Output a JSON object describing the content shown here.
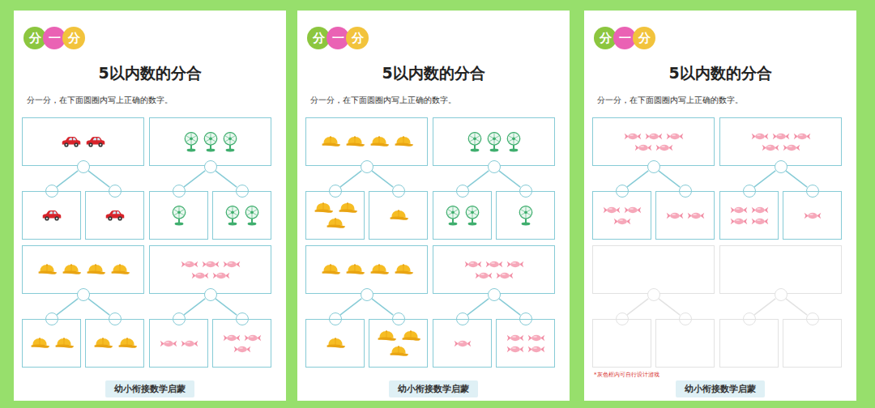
{
  "diagram": {
    "nodes": [
      {
        "text": [
          "5以内数的分合",
          "分一分，在下面圆圈内写上正确的数字。"
        ]
      },
      {
        "text": [
          "分"
        ],
        "in": 0
      },
      {
        "text": [
          "一"
        ],
        "in": 0
      },
      {
        "text": [
          "分"
        ],
        "in": 0
      },
      {
        "text": [],
        "in": 0
      },
      {
        "text": [],
        "in": 0
      },
      {
        "text": [],
        "in": 0
      },
      {
        "text": [],
        "in": 0
      },
      {
        "text": [],
        "in": 0
      },
      {
        "text": [],
        "in": 0
      },
      {
        "text": [],
        "in": 0
      },
      {
        "text": [],
        "in": 0
      },
      {
        "text": [],
        "in": 0
      },
      {
        "text": [],
        "in": 0
      },
      {
        "text": [],
        "in": 0
      },
      {
        "text": [],
        "in": 0
      },
      {
        "text": [],
        "in": 0
      },
      {
        "text": [],
        "in": 0
      },
      {
        "text": [],
        "in": 0
      },
      {
        "text": [],
        "in": 0
      },
      {
        "text": [],
        "in": 0
      },
      {
        "text": [],
        "in": 0
      },
      {
        "text": [],
        "in": 0
      },
      {
        "text": [],
        "in": 0
      },
      {
        "text": [],
        "in": 0
      },
      {
        "text": [],
        "in": 0
      },
      {
        "text": [],
        "in": 0
      },
      {
        "text": [],
        "in": 0
      },
      {
        "text": [
          "幼小衔接数学启蒙"
        ],
        "in": 0
      },
      {
        "text": [
          "5以内数的分合",
          "分一分，在下面圆圈内写上正确的数字。"
        ]
      },
      {
        "text": [
          "分"
        ],
        "in": 29
      },
      {
        "text": [
          "一"
        ],
        "in": 29
      },
      {
        "text": [
          "分"
        ],
        "in": 29
      },
      {
        "text": [],
        "in": 29
      },
      {
        "text": [],
        "in": 29
      },
      {
        "text": [],
        "in": 29
      },
      {
        "text": [],
        "in": 29
      },
      {
        "text": [],
        "in": 29
      },
      {
        "text": [],
        "in": 29
      },
      {
        "text": [],
        "in": 29
      },
      {
        "text": [],
        "in": 29
      },
      {
        "text": [],
        "in": 29
      },
      {
        "text": [],
        "in": 29
      },
      {
        "text": [],
        "in": 29
      },
      {
        "text": [],
        "in": 29
      },
      {
        "text": [],
        "in": 29
      },
      {
        "text": [],
        "in": 29
      },
      {
        "text": [],
        "in": 29
      },
      {
        "text": [],
        "in": 29
      },
      {
        "text": [],
        "in": 29
      },
      {
        "text": [],
        "in": 29
      },
      {
        "text": [],
        "in": 29
      },
      {
        "text": [],
        "in": 29
      },
      {
        "text": [],
        "in": 29
      },
      {
        "text": [],
        "in": 29
      },
      {
        "text": [],
        "in": 29
      },
      {
        "text": [],
        "in": 29
      },
      {
        "text": [
          "幼小衔接数学启蒙"
        ],
        "in": 29
      },
      {
        "text": [
          "5以内数的分合",
          "分一分，在下面圆圈内写上正确的数字。",
          "*灰色框内可自行设计游戏"
        ]
      },
      {
        "text": [
          "分"
        ],
        "in": 58
      },
      {
        "text": [
          "一"
        ],
        "in": 58
      },
      {
        "text": [
          "分"
        ],
        "in": 58
      },
      {
        "text": [],
        "in": 58
      },
      {
        "text": [],
        "in": 58
      },
      {
        "text": [],
        "in": 58
      },
      {
        "text": [],
        "in": 58
      },
      {
        "text": [],
        "in": 58
      },
      {
        "text": [],
        "in": 58
      },
      {
        "text": [],
        "in": 58
      },
      {
        "text": [],
        "in": 58
      },
      {
        "text": [],
        "in": 58
      },
      {
        "text": [],
        "in": 58
      },
      {
        "text": [],
        "in": 58
      },
      {
        "text": [],
        "in": 58
      },
      {
        "text": [],
        "in": 58
      },
      {
        "text": [],
        "in": 58
      },
      {
        "text": [],
        "in": 58
      },
      {
        "text": [],
        "in": 58
      },
      {
        "text": [],
        "in": 58
      },
      {
        "text": [],
        "in": 58
      },
      {
        "text": [],
        "in": 58
      },
      {
        "text": [],
        "in": 58
      },
      {
        "text": [],
        "in": 58
      },
      {
        "text": [],
        "in": 58
      },
      {
        "text": [],
        "in": 58
      },
      {
        "text": [],
        "in": 58
      },
      {
        "text": [
          "幼小衔接数学启蒙"
        ],
        "in": 58
      }
    ],
    "edges": [
      {
        "from": 5,
        "to": 6,
        "arrow": "none"
      },
      {
        "from": 5,
        "to": 7,
        "arrow": "none"
      },
      {
        "from": 11,
        "to": 12,
        "arrow": "none"
      },
      {
        "from": 11,
        "to": 13,
        "arrow": "none"
      },
      {
        "from": 17,
        "to": 18,
        "arrow": "none"
      },
      {
        "from": 17,
        "to": 19,
        "arrow": "none"
      },
      {
        "from": 23,
        "to": 24,
        "arrow": "none"
      },
      {
        "from": 23,
        "to": 25,
        "arrow": "none"
      },
      {
        "from": 34,
        "to": 35,
        "arrow": "none"
      },
      {
        "from": 34,
        "to": 36,
        "arrow": "none"
      },
      {
        "from": 40,
        "to": 41,
        "arrow": "none"
      },
      {
        "from": 40,
        "to": 42,
        "arrow": "none"
      },
      {
        "from": 46,
        "to": 47,
        "arrow": "none"
      },
      {
        "from": 46,
        "to": 48,
        "arrow": "none"
      },
      {
        "from": 52,
        "to": 53,
        "arrow": "none"
      },
      {
        "from": 52,
        "to": 54,
        "arrow": "none"
      },
      {
        "from": 63,
        "to": 64,
        "arrow": "none"
      },
      {
        "from": 63,
        "to": 65,
        "arrow": "none"
      },
      {
        "from": 69,
        "to": 70,
        "arrow": "none"
      },
      {
        "from": 69,
        "to": 71,
        "arrow": "none"
      },
      {
        "from": 75,
        "to": 76,
        "arrow": "none"
      },
      {
        "from": 75,
        "to": 77,
        "arrow": "none"
      },
      {
        "from": 81,
        "to": 82,
        "arrow": "none"
      },
      {
        "from": 81,
        "to": 83,
        "arrow": "none"
      }
    ]
  }
}
